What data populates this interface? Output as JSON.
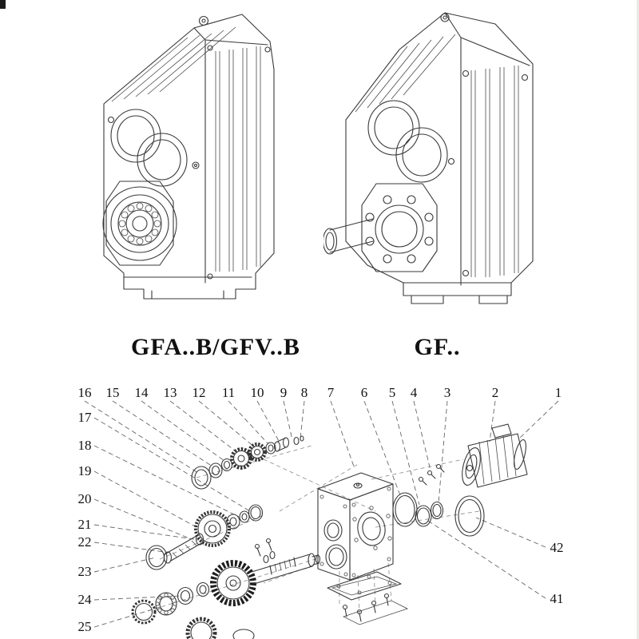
{
  "figure": {
    "type": "exploded-parts-diagram",
    "subject": "helical gear reducer units"
  },
  "models": [
    {
      "label": "GFA..B/GFV..B"
    },
    {
      "label": "GF.."
    }
  ],
  "callouts": {
    "top": [
      "16",
      "15",
      "14",
      "13",
      "12",
      "11",
      "10",
      "9",
      "8",
      "7",
      "6",
      "5",
      "4",
      "3",
      "2",
      "1"
    ],
    "left": [
      "17",
      "18",
      "19",
      "20",
      "21",
      "22",
      "23",
      "24",
      "25"
    ],
    "right": [
      "42",
      "41"
    ]
  }
}
